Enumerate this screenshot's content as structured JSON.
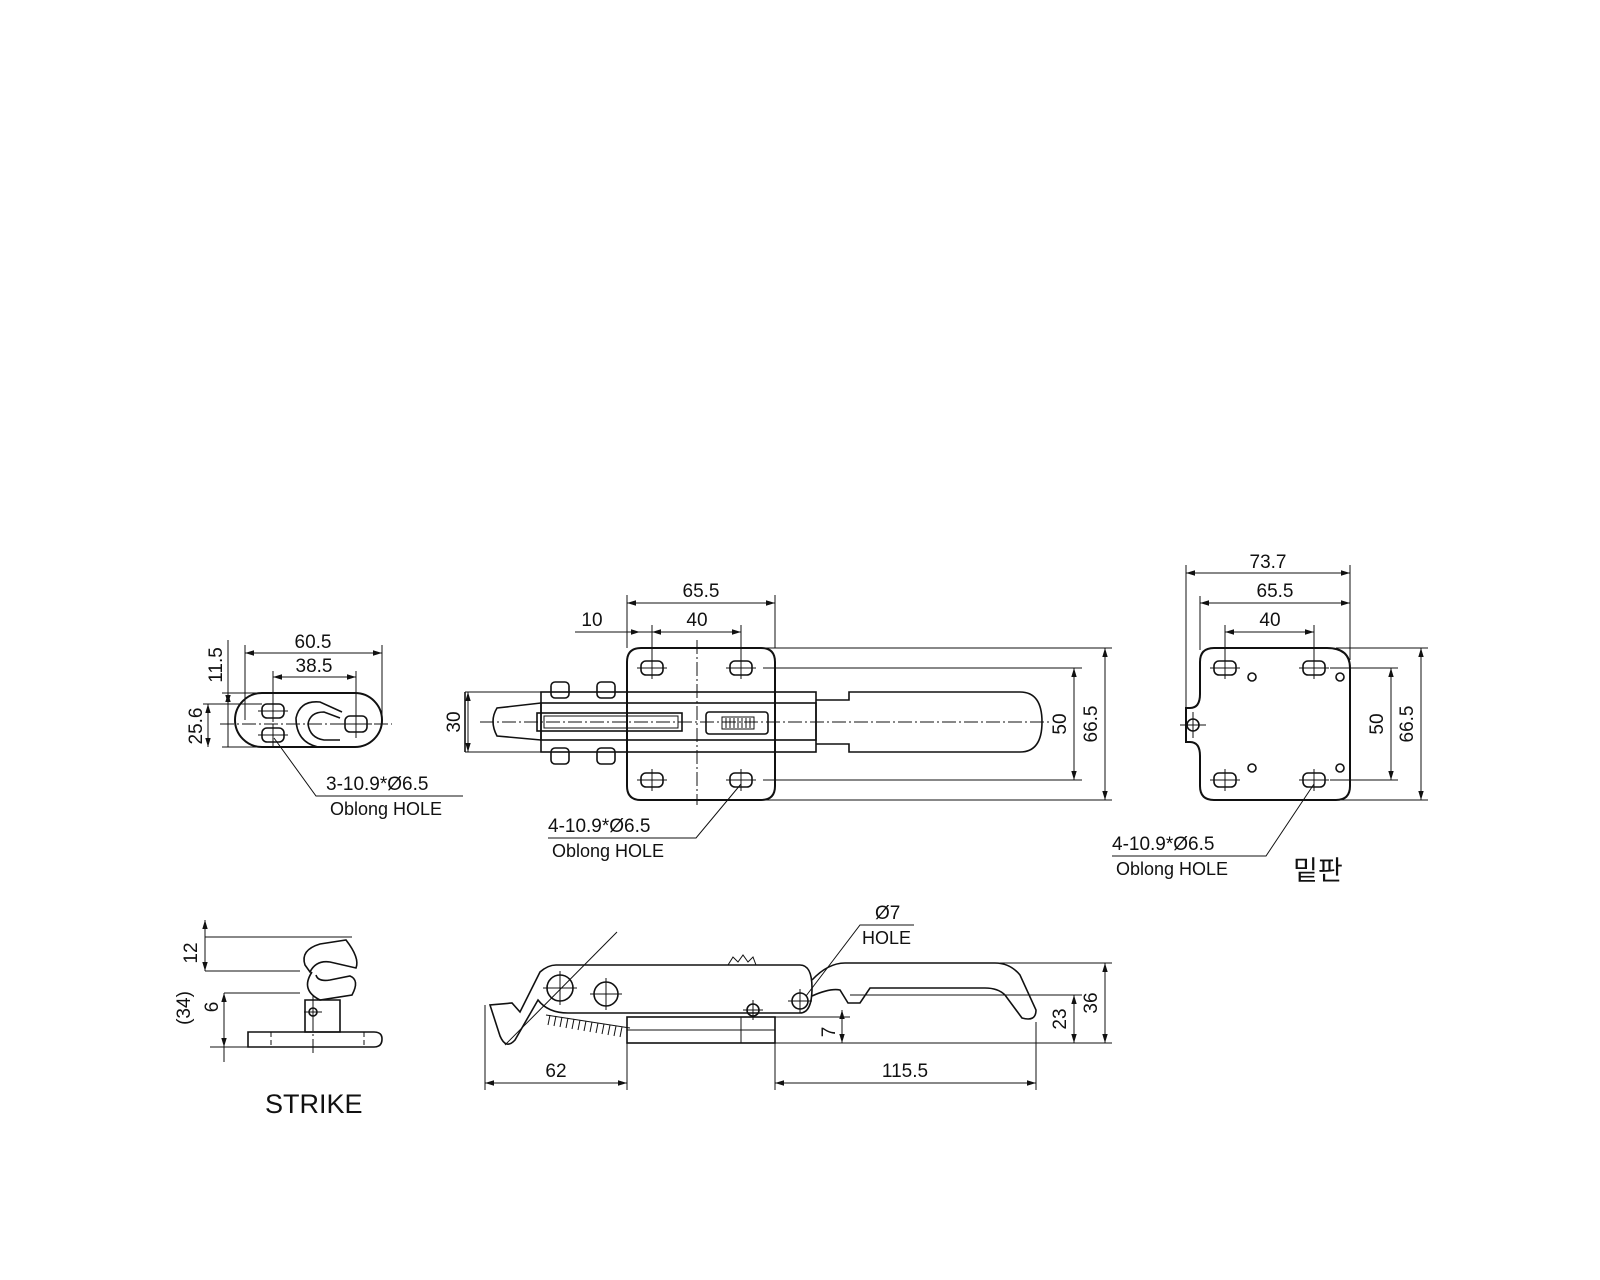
{
  "strike_top": {
    "dims": {
      "w_outer": "60.5",
      "w_inner": "38.5",
      "h_small": "11.5",
      "h_total": "25.6"
    },
    "note": {
      "line1": "3-10.9*Ø6.5",
      "line2": "Oblong HOLE"
    }
  },
  "clamp_top": {
    "dims": {
      "w_base": "65.5",
      "w_hole": "40",
      "offset": "10",
      "h_shank": "30",
      "h_hole": "50",
      "h_base": "66.5"
    },
    "note": {
      "line1": "4-10.9*Ø6.5",
      "line2": "Oblong HOLE"
    }
  },
  "base_plate": {
    "dims": {
      "w_overall": "73.7",
      "w_base": "65.5",
      "w_hole": "40",
      "h_hole": "50",
      "h_base": "66.5"
    },
    "note": {
      "line1": "4-10.9*Ø6.5",
      "line2": "Oblong HOLE"
    },
    "label": "밑판"
  },
  "strike_side": {
    "dims": {
      "h_top": "12",
      "h_mid": "6",
      "h_ref": "(34)"
    },
    "label": "STRIKE"
  },
  "clamp_side": {
    "dims": {
      "l_front": "62",
      "l_handle": "115.5",
      "h_plate": "7",
      "h_pivot": "23",
      "h_total": "36"
    },
    "note": {
      "line1": "Ø7",
      "line2": "HOLE"
    }
  }
}
